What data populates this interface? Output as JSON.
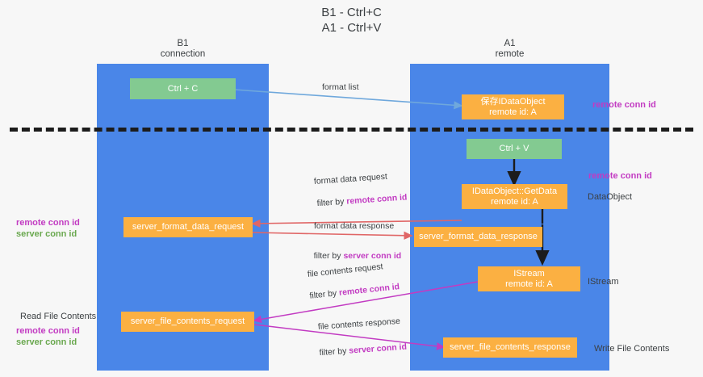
{
  "title": "B1 - Ctrl+C\nA1 - Ctrl+V",
  "lanes": [
    {
      "id": "b1",
      "label": "B1\nconnection"
    },
    {
      "id": "a1",
      "label": "A1\nremote"
    }
  ],
  "colors": {
    "lane": "#4a86e8",
    "green_node": "#83ca91",
    "orange_node": "#fbb042",
    "remote_conn_id": "#c23bc2",
    "server_conn_id": "#6aa84f",
    "arrow_blue": "#6fa8dc",
    "arrow_red": "#e06666",
    "arrow_magenta": "#c23bc2",
    "arrow_black": "#1c1c1c",
    "text": "#3c4043",
    "background": "#f7f7f7"
  },
  "nodes": {
    "ctrl_c": "Ctrl + C",
    "ctrl_v": "Ctrl + V",
    "save_dataobject": "保存IDataObject\nremote id: A",
    "getdata": "IDataObject::GetData\nremote id: A",
    "istream": "IStream\nremote id: A",
    "server_format_data_request": "server_format_data_request",
    "server_format_data_response": "server_format_data_response",
    "server_file_contents_request": "server_file_contents_request",
    "server_file_contents_response": "server_file_contents_response"
  },
  "edge_labels": {
    "format_list": "format list",
    "format_data_request": "format data request",
    "format_data_request_filter_prefix": "filter by ",
    "format_data_request_filter_key": "remote conn id",
    "format_data_response": "format data response",
    "format_data_response_filter_prefix": "filter by ",
    "format_data_response_filter_key": "server conn id",
    "file_contents_request": "file contents request",
    "file_contents_request_filter_prefix": "filter by ",
    "file_contents_request_filter_key": "remote conn id",
    "file_contents_response": "file contents response",
    "file_contents_response_filter_prefix": "filter by ",
    "file_contents_response_filter_key": "server conn id"
  },
  "annotations": {
    "right_remote_conn_id_top": "remote conn id",
    "right_remote_conn_id_mid": "remote conn id",
    "right_dataobject": "DataObject",
    "right_istream": "IStream",
    "right_write_file_contents": "Write File Contents",
    "left_remote_conn_id_mid": "remote conn id",
    "left_server_conn_id_mid": "server conn id",
    "left_read_file_contents": "Read File Contents",
    "left_remote_conn_id_bottom": "remote conn id",
    "left_server_conn_id_bottom": "server conn id"
  }
}
